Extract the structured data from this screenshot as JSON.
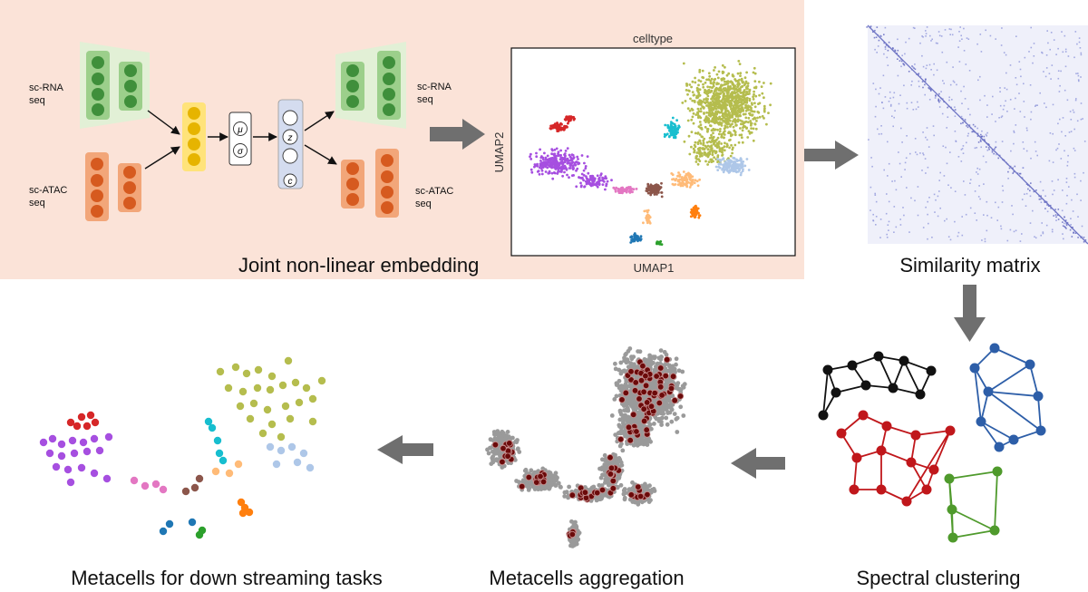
{
  "encoder": {
    "rna_label_line1": "sc-RNA",
    "rna_label_line2": "seq",
    "atac_label_line1": "sc-ATAC",
    "atac_label_line2": "seq",
    "mu_symbol": "μ",
    "sigma_symbol": "σ",
    "z_symbol": "z",
    "c_symbol": "c",
    "caption": "Joint non-linear embedding"
  },
  "umap_plot": {
    "title": "celltype",
    "xlabel": "UMAP1",
    "ylabel": "UMAP2"
  },
  "captions": {
    "similarity": "Similarity matrix",
    "spectral": "Spectral clustering",
    "aggregation": "Metacells aggregation",
    "metacells": "Metacells for down streaming tasks"
  },
  "colors": {
    "panel_bg": "#fbe3d8",
    "rna_green": "#3f8f3b",
    "rna_block": "#9ccf8b",
    "atac_orange": "#d65a1f",
    "atac_block": "#f2a679",
    "latent_yellow": "#e6b400",
    "latent_block": "#ffe37a",
    "arrow_gray": "#6f6f6f",
    "matrix_blue": "#8a92d8",
    "cluster_black": "#111111",
    "cluster_blue": "#2d5ea8",
    "cluster_red": "#c0171b",
    "cluster_green": "#4f9a2c",
    "metacell_red": "#6b0a0a",
    "cell_gray": "#9a9a9a",
    "celltype_olive": "#b5bd4e",
    "celltype_purple": "#a64fe0",
    "celltype_red": "#d62728",
    "celltype_cyan": "#17becf",
    "celltype_lightblue": "#aec7e8",
    "celltype_pink": "#e377c2",
    "celltype_brown": "#8c564b",
    "celltype_peach": "#ffbb78",
    "celltype_orange": "#ff7f0e",
    "celltype_darkblue": "#1f77b4",
    "celltype_green": "#2ca02c"
  }
}
